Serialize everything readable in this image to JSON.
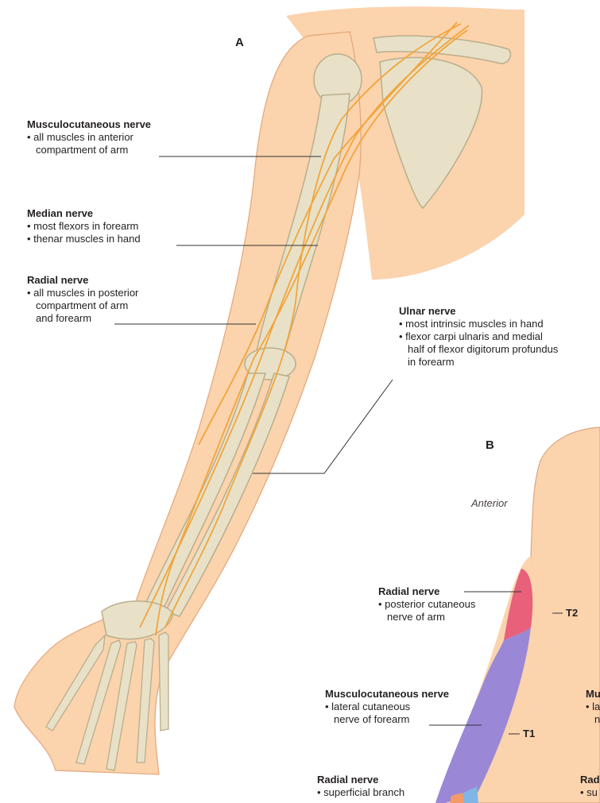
{
  "panels": {
    "a": "A",
    "b": "B"
  },
  "colors": {
    "skin": "#fbd3ad",
    "skin_outline": "#e3a67a",
    "bone": "#e8e1c8",
    "bone_shadow": "#b9ae8c",
    "nerve": "#f2a53a",
    "radial_region": "#e8607a",
    "musculocutaneous_region": "#9a88d6",
    "median_region": "#7fb6e6",
    "leader_line": "#333333"
  },
  "labels_a": {
    "musculocutaneous": {
      "name": "Musculocutaneous nerve",
      "lines": [
        "• all muscles in anterior",
        "compartment of arm"
      ]
    },
    "median": {
      "name": "Median nerve",
      "lines": [
        "• most flexors in forearm",
        "• thenar muscles in hand"
      ]
    },
    "radial": {
      "name": "Radial nerve",
      "lines": [
        "• all muscles in posterior",
        "compartment of arm",
        "and forearm"
      ]
    },
    "ulnar": {
      "name": "Ulnar nerve",
      "lines": [
        "• most intrinsic muscles in hand",
        "• flexor carpi ulnaris and medial",
        "half of flexor digitorum profundus",
        "in forearm"
      ]
    }
  },
  "labels_b": {
    "anterior": "Anterior",
    "radial_posterior": {
      "name": "Radial nerve",
      "lines": [
        "• posterior cutaneous",
        "nerve of arm"
      ]
    },
    "musculocutaneous": {
      "name": "Musculocutaneous nerve",
      "lines": [
        "• lateral cutaneous",
        "nerve of forearm"
      ]
    },
    "radial_superficial": {
      "name": "Radial nerve",
      "lines": [
        "• superficial branch"
      ]
    },
    "t1": "T1",
    "t2": "T2",
    "cut_mu": "Mu",
    "cut_l": "• la",
    "cut_n": "n",
    "cut_rad": "Rad",
    "cut_su": "• su"
  }
}
